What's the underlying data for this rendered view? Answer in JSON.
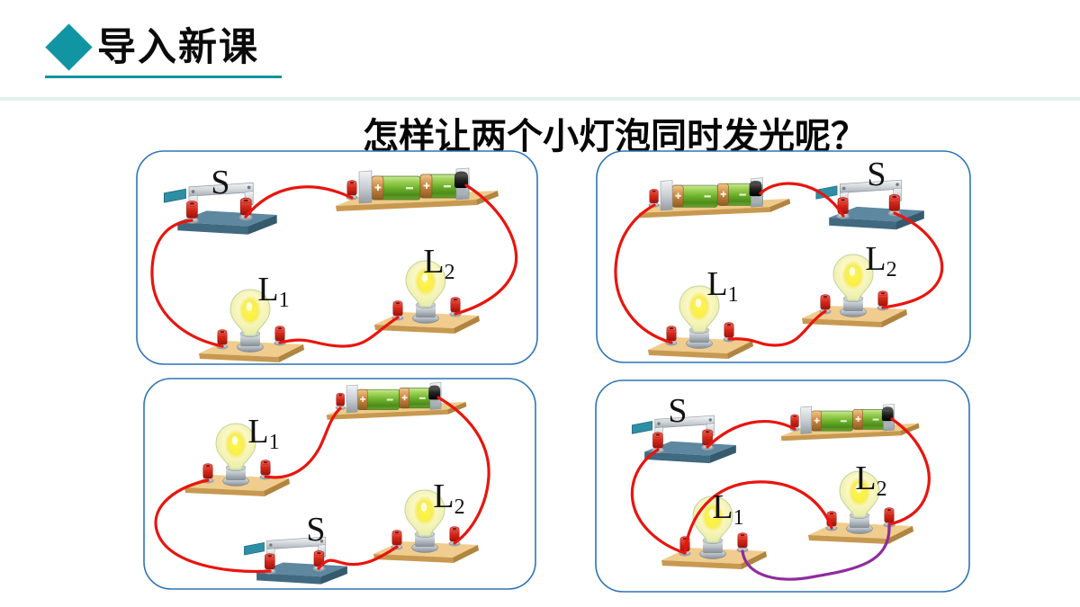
{
  "header": {
    "title": "导入新课"
  },
  "question": "怎样让两个小灯泡同时发光呢？",
  "colors": {
    "accent_teal": "#1295A3",
    "underline_teal": "#0C93A0",
    "divider_band": "#E4F0EE",
    "panel_border": "#2E74B5",
    "wire_red": "#E8150E",
    "wire_purple": "#8E2C9E",
    "battery_green": "#6FB32B",
    "board_tan": "#EFCB8A"
  },
  "battery_marks": {
    "positive": "+",
    "negative": "−"
  },
  "panels": [
    {
      "position": "top-left",
      "switch_label": "S",
      "lamp1": {
        "base": "L",
        "sub": "1"
      },
      "lamp2": {
        "base": "L",
        "sub": "2"
      },
      "components": [
        "switch",
        "battery-pack",
        "lamp-L1",
        "lamp-L2"
      ],
      "circuit": "series",
      "wire_colors": [
        "red"
      ]
    },
    {
      "position": "top-right",
      "switch_label": "S",
      "lamp1": {
        "base": "L",
        "sub": "1"
      },
      "lamp2": {
        "base": "L",
        "sub": "2"
      },
      "components": [
        "battery-pack",
        "switch",
        "lamp-L1",
        "lamp-L2"
      ],
      "circuit": "series",
      "wire_colors": [
        "red"
      ]
    },
    {
      "position": "bottom-left",
      "switch_label": "S",
      "lamp1": {
        "base": "L",
        "sub": "1"
      },
      "lamp2": {
        "base": "L",
        "sub": "2"
      },
      "components": [
        "lamp-L1",
        "battery-pack",
        "switch",
        "lamp-L2"
      ],
      "circuit": "series",
      "wire_colors": [
        "red"
      ]
    },
    {
      "position": "bottom-right",
      "switch_label": "S",
      "lamp1": {
        "base": "L",
        "sub": "1"
      },
      "lamp2": {
        "base": "L",
        "sub": "2"
      },
      "components": [
        "switch",
        "battery-pack",
        "lamp-L1",
        "lamp-L2"
      ],
      "circuit": "parallel",
      "wire_colors": [
        "red",
        "purple"
      ]
    }
  ]
}
